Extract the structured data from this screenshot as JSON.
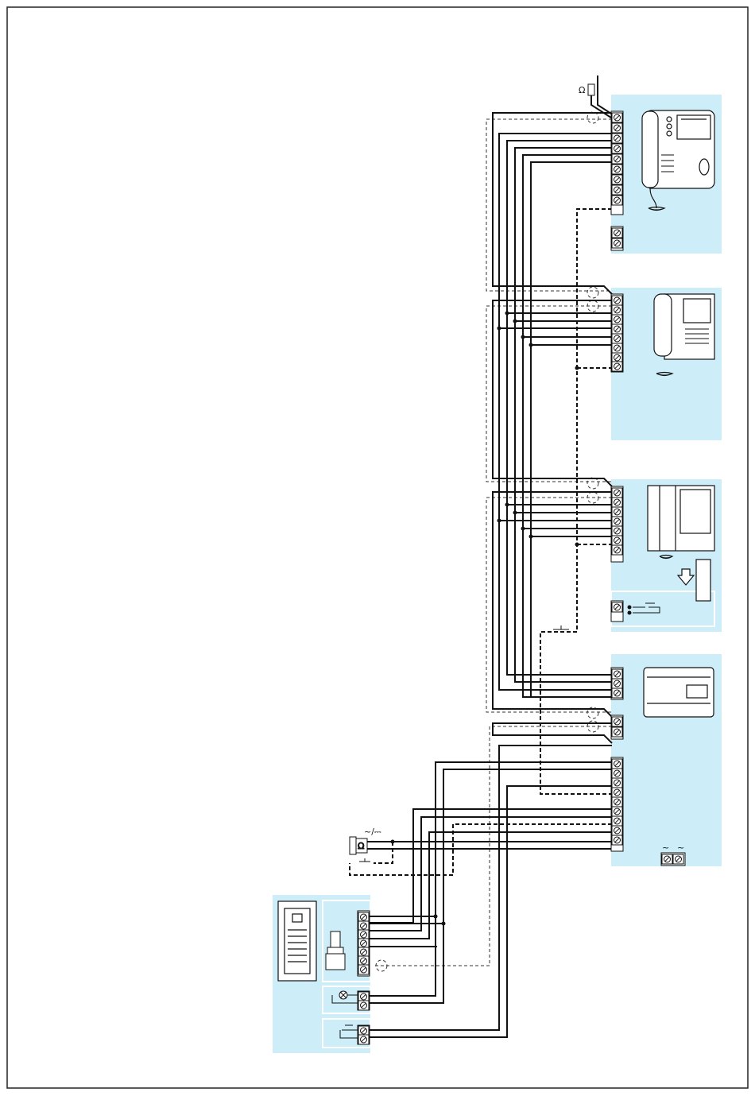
{
  "colors": {
    "panel": "#cdeef9",
    "wire": "#111111",
    "frame": "#222222"
  },
  "labels": {
    "resistor_symbol": "Ω",
    "power_symbol": "~/⎓",
    "lock_symbol": "Ω",
    "psu_input_left": "~",
    "psu_input_right": "~"
  },
  "devices": [
    {
      "name": "video-monitor-handset-1",
      "icon": "video-monitor-icon"
    },
    {
      "name": "video-monitor-handset-2",
      "icon": "video-monitor-icon"
    },
    {
      "name": "video-monitor-handset-3",
      "icon": "video-monitor-icon"
    },
    {
      "name": "power-supply-unit",
      "icon": "power-supply-icon"
    },
    {
      "name": "entrance-panel",
      "icon": "door-panel-icon"
    }
  ]
}
